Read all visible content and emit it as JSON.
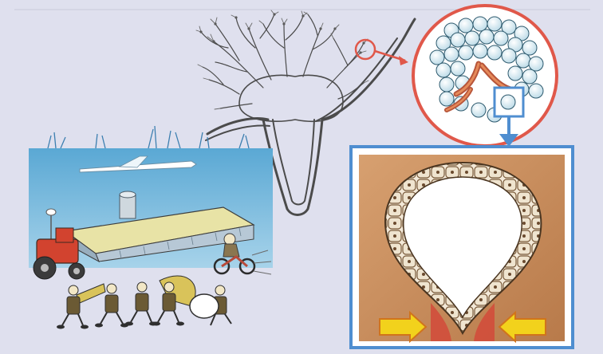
{
  "figure": {
    "panels": [
      {
        "name": "farm-and-band-scene",
        "icon": "farm-scene-icon"
      },
      {
        "name": "branching-duct-tree",
        "icon": "duct-tree-icon"
      },
      {
        "name": "alveoli-cluster-inset",
        "icon": "alveoli-cluster-icon"
      },
      {
        "name": "alveolus-cross-section",
        "icon": "alveolus-section-icon"
      }
    ],
    "colors": {
      "background": "#dfe0ee",
      "sky": "#6fb4d8",
      "inset_outline_red": "#e0584a",
      "inset_outline_blue": "#4f8ed0",
      "tissue": "#c88c5a",
      "arrow_yellow": "#f2d21c",
      "arrow_border": "#d0741c"
    }
  }
}
